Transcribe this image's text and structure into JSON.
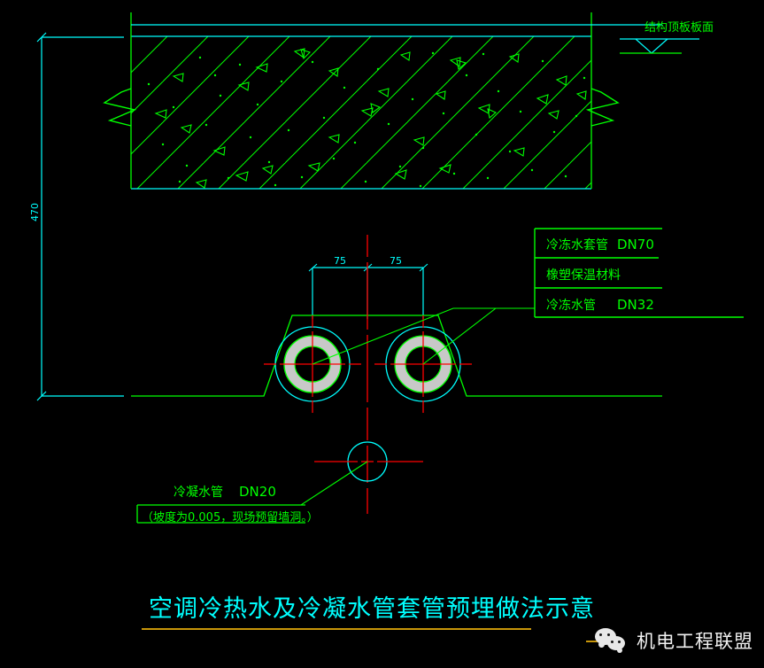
{
  "drawing": {
    "title": "空调冷热水及冷凝水管套管预埋做法示意",
    "title_color": "#00ffff",
    "background": "#000000",
    "line_color_green": "#00ff00",
    "line_color_cyan": "#00ffff",
    "line_color_red": "#ff0000",
    "insulation_fill": "#c8c8c8"
  },
  "labels": {
    "slab_top": "结构顶板板面",
    "dim_vertical": "470",
    "dim_left": "75",
    "dim_right": "75",
    "condensate_pipe": "冷凝水管",
    "condensate_size": "DN20",
    "condensate_note": "（坡度为0.005，现场预留墙洞。）"
  },
  "legend": {
    "rows": [
      {
        "name": "冷冻水套管",
        "size": "DN70"
      },
      {
        "name": "橡塑保温材料",
        "size": ""
      },
      {
        "name": "冷冻水管",
        "size": "DN32"
      }
    ]
  },
  "watermark": {
    "text": "机电工程联盟",
    "icon": "wechat-icon",
    "color": "#f2f2f2"
  }
}
